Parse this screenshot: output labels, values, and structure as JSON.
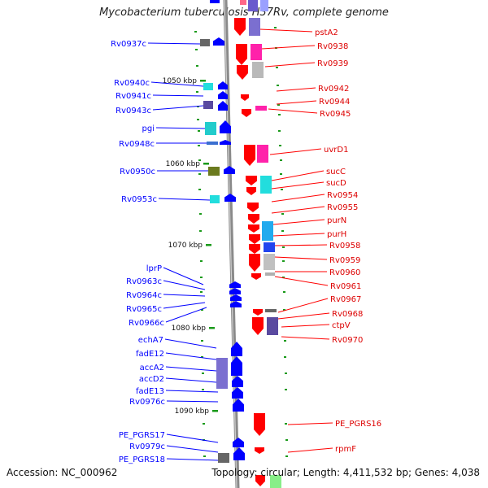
{
  "title": "Mycobacterium tuberculosis H37Rv, complete genome",
  "footer": {
    "accession": "Accession: NC_000962",
    "topology": "Topology: circular; Length: 4,411,532 bp; Genes: 4,038"
  },
  "colors": {
    "forward_gene": "#ff0000",
    "reverse_gene": "#0000ff",
    "backbone": "#8a8a8a",
    "tick": "#1a9a1a"
  },
  "scale_labels": [
    "1050 kbp",
    "1060 kbp",
    "1070 kbp",
    "1080 kbp",
    "1090 kbp"
  ],
  "left_labels": [
    "Rv0937c",
    "Rv0940c",
    "Rv0941c",
    "Rv0943c",
    "pgi",
    "Rv0948c",
    "Rv0950c",
    "Rv0953c",
    "lprP",
    "Rv0963c",
    "Rv0964c",
    "Rv0965c",
    "Rv0966c",
    "echA7",
    "fadE12",
    "accA2",
    "accD2",
    "fadE13",
    "Rv0976c",
    "PE_PGRS17",
    "Rv0979c",
    "PE_PGRS18"
  ],
  "right_labels": [
    "pstA2",
    "Rv0938",
    "Rv0939",
    "Rv0942",
    "Rv0944",
    "Rv0945",
    "uvrD1",
    "sucC",
    "sucD",
    "Rv0954",
    "Rv0955",
    "purN",
    "purH",
    "Rv0958",
    "Rv0959",
    "Rv0960",
    "Rv0961",
    "Rv0967",
    "Rv0968",
    "ctpV",
    "Rv0970",
    "PE_PGRS16",
    "rpmF"
  ]
}
